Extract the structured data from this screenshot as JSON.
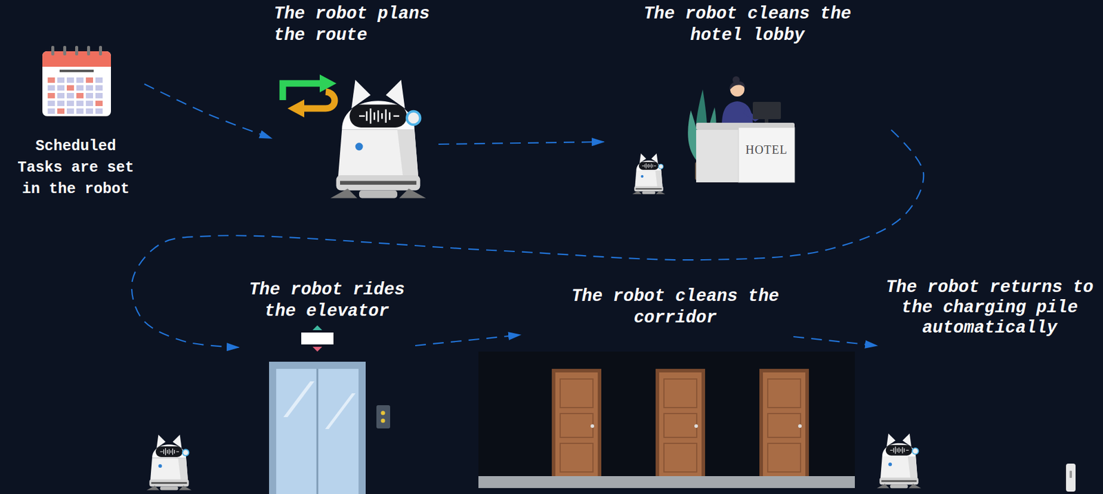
{
  "diagram": {
    "nodes": [
      {
        "text": [
          "Scheduled Tasks are set in the robot"
        ]
      },
      {
        "text": [
          "The robot plans the route"
        ]
      },
      {
        "text": [
          "The robot cleans the hotel lobby"
        ]
      },
      {
        "text": [
          "The robot rides the elevator"
        ]
      },
      {
        "text": [
          "The robot cleans the corridor"
        ]
      },
      {
        "text": [
          "The robot returns to the charging pile automatically"
        ]
      }
    ],
    "edges": [
      {
        "from": 0,
        "to": 1,
        "arrow": "to"
      },
      {
        "from": 1,
        "to": 2,
        "arrow": "to"
      },
      {
        "from": 2,
        "to": 3,
        "arrow": "to"
      },
      {
        "from": 3,
        "to": 4,
        "arrow": "to"
      },
      {
        "from": 4,
        "to": 5,
        "arrow": "to"
      }
    ],
    "labels": [
      "HOTEL"
    ]
  }
}
